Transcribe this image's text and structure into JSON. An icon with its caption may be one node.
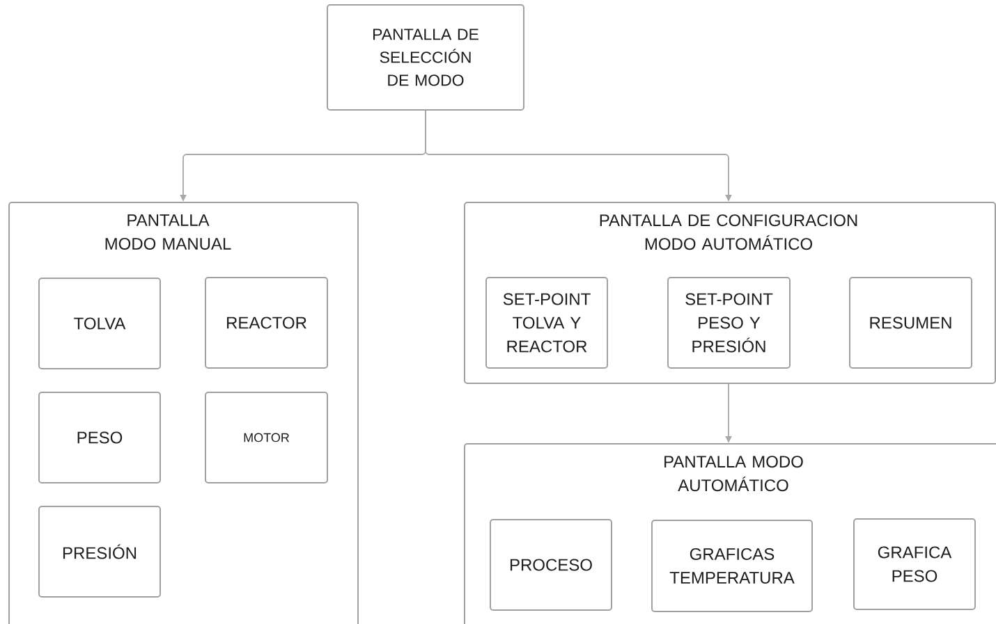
{
  "diagram": {
    "nodes": [
      {
        "text": [
          "PANTALLA DE SELECCIÓN DE MODO"
        ]
      },
      {
        "text": [
          "PANTALLA MODO MANUAL"
        ]
      },
      {
        "text": [
          "TOLVA"
        ],
        "in": 1
      },
      {
        "text": [
          "REACTOR"
        ],
        "in": 1
      },
      {
        "text": [
          "PESO"
        ],
        "in": 1
      },
      {
        "text": [
          "MOTOR"
        ],
        "in": 1
      },
      {
        "text": [
          "PRESIÓN"
        ],
        "in": 1
      },
      {
        "text": [
          "PANTALLA DE CONFIGURACION MODO AUTOMÁTICO"
        ]
      },
      {
        "text": [
          "SET-POINT TOLVA Y REACTOR"
        ],
        "in": 7
      },
      {
        "text": [
          "SET-POINT PESO Y PRESIÓN"
        ],
        "in": 7
      },
      {
        "text": [
          "RESUMEN"
        ],
        "in": 7
      },
      {
        "text": [
          "PANTALLA MODO AUTOMÁTICO"
        ]
      },
      {
        "text": [
          "PROCESO"
        ],
        "in": 11
      },
      {
        "text": [
          "GRAFICAS TEMPERATURA"
        ],
        "in": 11
      },
      {
        "text": [
          "GRAFICA PESO"
        ],
        "in": 11
      }
    ],
    "edges": [
      {
        "from": 0,
        "to": 1,
        "arrow": "to"
      },
      {
        "from": 0,
        "to": 7,
        "arrow": "to"
      },
      {
        "from": 7,
        "to": 11,
        "arrow": "to"
      }
    ]
  }
}
